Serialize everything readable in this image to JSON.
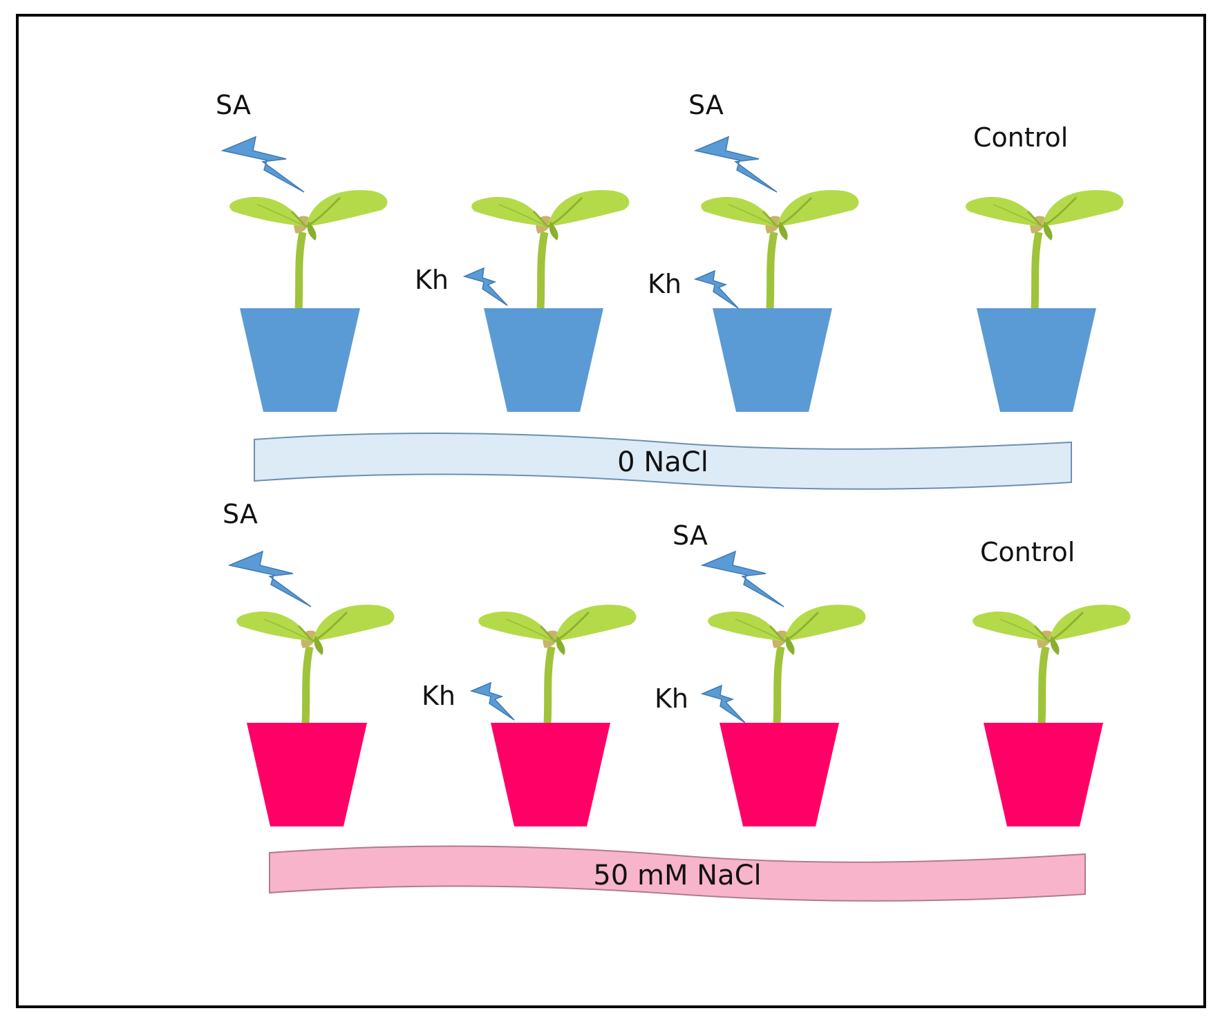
{
  "colors": {
    "pot_row1": "#5B9BD5",
    "pot_row2": "#FF0066",
    "band_row1": "#DDEBF7",
    "band_row2": "#F8B4CB",
    "bolt": "#5B9BD5",
    "leaf": "#B4DA4A",
    "stem": "#9FC33A",
    "frame": "#000000"
  },
  "rows": [
    {
      "band_label": "0 NaCl",
      "plants": [
        {
          "spray_label": "SA",
          "soil_label": ""
        },
        {
          "spray_label": "",
          "soil_label": "Kh"
        },
        {
          "spray_label": "SA",
          "soil_label": "Kh"
        },
        {
          "control_label": "Control"
        }
      ]
    },
    {
      "band_label": "50 mM NaCl",
      "plants": [
        {
          "spray_label": "SA",
          "soil_label": ""
        },
        {
          "spray_label": "",
          "soil_label": "Kh"
        },
        {
          "spray_label": "SA",
          "soil_label": "Kh"
        },
        {
          "control_label": "Control"
        }
      ]
    }
  ]
}
